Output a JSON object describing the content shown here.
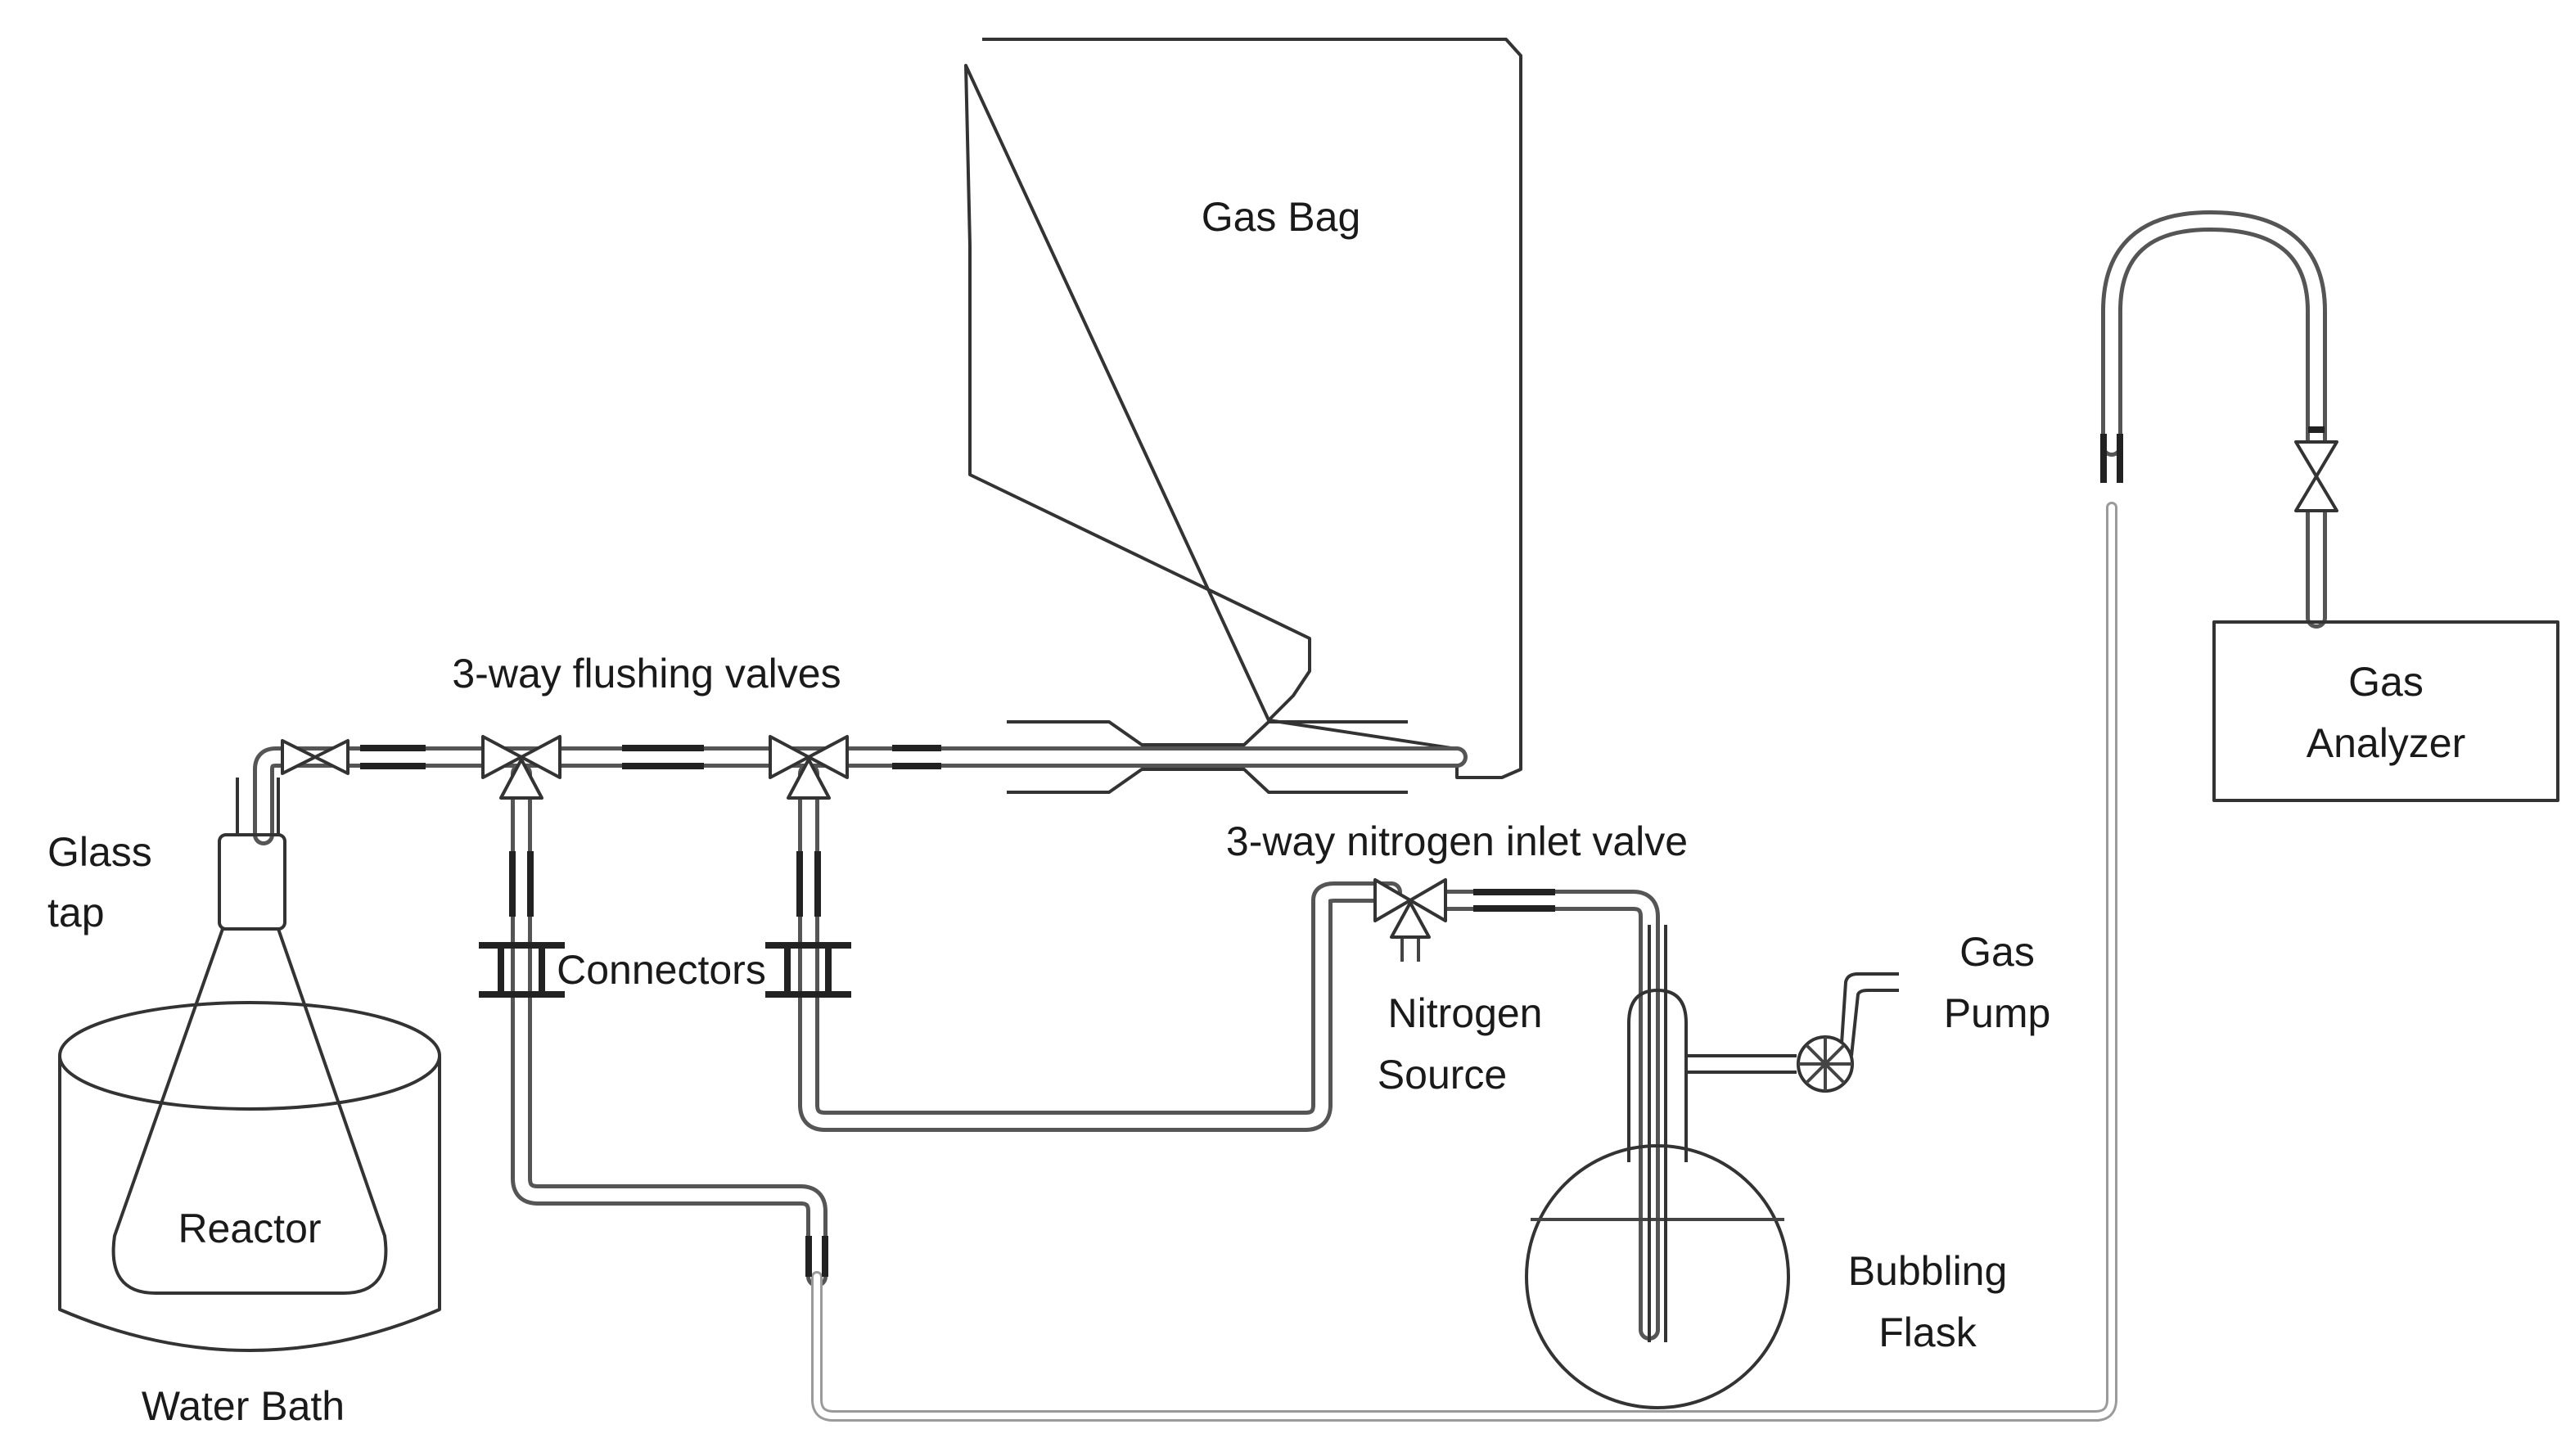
{
  "labels": {
    "gas_bag": "Gas Bag",
    "flushing_valves": "3-way flushing valves",
    "glass_tap_1": "Glass",
    "glass_tap_2": "tap",
    "connectors": "Connectors",
    "nitrogen_inlet_valve": "3-way nitrogen inlet valve",
    "nitrogen_source_1": "Nitrogen",
    "nitrogen_source_2": "Source",
    "gas_pump_1": "Gas",
    "gas_pump_2": "Pump",
    "gas_analyzer_1": "Gas",
    "gas_analyzer_2": "Analyzer",
    "reactor": "Reactor",
    "water_bath": "Water Bath",
    "bubbling_flask_1": "Bubbling",
    "bubbling_flask_2": "Flask"
  },
  "colors": {
    "line": "#333333",
    "pipe": "#555555",
    "thin_pipe": "#9a9a9a",
    "background": "#ffffff"
  }
}
